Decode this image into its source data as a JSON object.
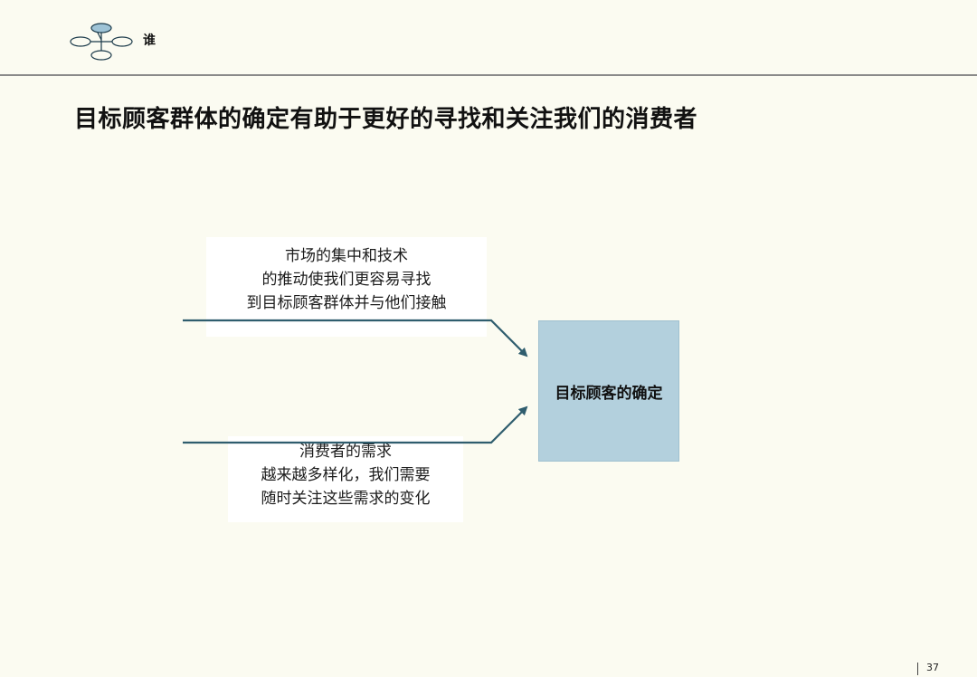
{
  "header": {
    "label": "谁"
  },
  "slide": {
    "title": "目标顾客群体的确定有助于更好的寻找和关注我们的消费者"
  },
  "diagram": {
    "top_note": {
      "lines": [
        "市场的集中和技术",
        "的推动使我们更容易寻找",
        "到目标顾客群体并与他们接触"
      ]
    },
    "bottom_note": {
      "lines": [
        "消费者的需求",
        "越来越多样化，我们需要",
        "随时关注这些需求的变化"
      ]
    },
    "center_box": {
      "label": "目标顾客的确定",
      "color": "#b3d0dd"
    },
    "arrow_color": "#2f5d6e"
  },
  "footer": {
    "page_number": "37"
  }
}
